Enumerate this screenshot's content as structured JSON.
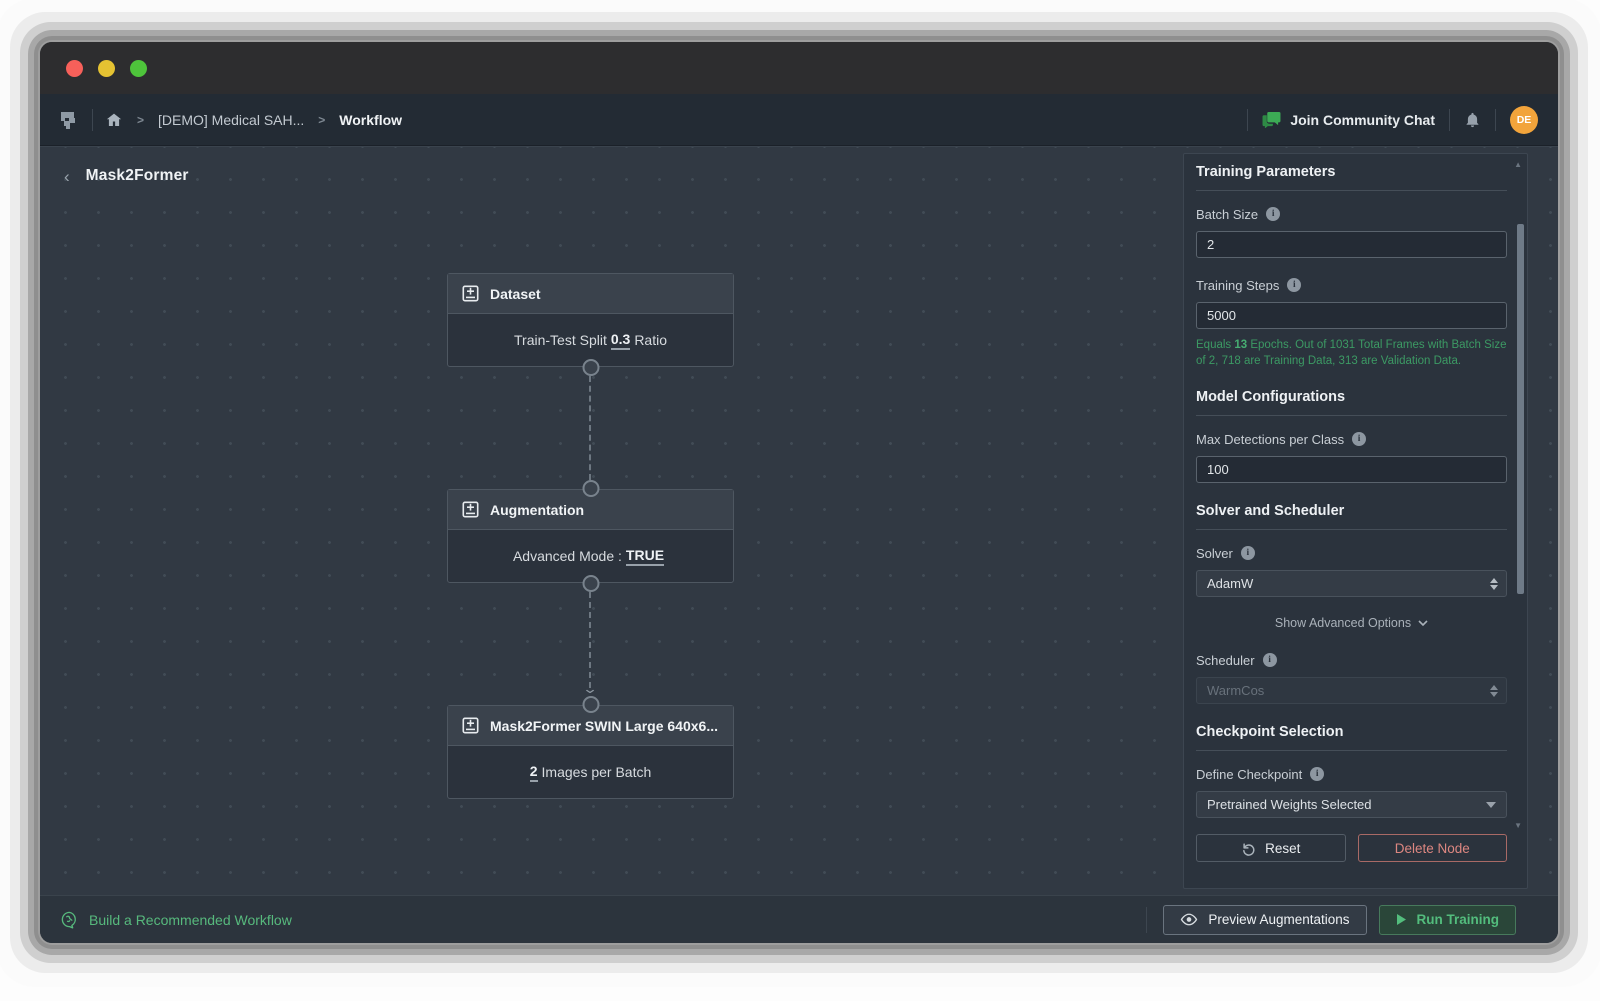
{
  "navbar": {
    "breadcrumb": {
      "project": "[DEMO] Medical SAH...",
      "separator": ">",
      "page": "Workflow"
    },
    "join_chat_label": "Join Community Chat",
    "avatar_initials": "DE"
  },
  "canvas": {
    "back_title": "Mask2Former",
    "back_chevron": "‹",
    "nodes": [
      {
        "title": "Dataset",
        "body_pre": "Train-Test Split",
        "body_value": "0.3",
        "body_post": "Ratio"
      },
      {
        "title": "Augmentation",
        "body_pre": "Advanced Mode :",
        "body_value": "TRUE",
        "body_post": ""
      },
      {
        "title": "Mask2Former SWIN Large 640x6...",
        "body_pre": "",
        "body_value": "2",
        "body_post": "Images per Batch"
      }
    ]
  },
  "panel": {
    "training": {
      "heading": "Training Parameters",
      "batch_size_label": "Batch Size",
      "batch_size_value": "2",
      "training_steps_label": "Training Steps",
      "training_steps_value": "5000",
      "helper_pre": "Equals ",
      "helper_bold": "13",
      "helper_post": " Epochs. Out of 1031 Total Frames with Batch Size of 2, 718 are Training Data, 313 are Validation Data."
    },
    "model": {
      "heading": "Model Configurations",
      "max_detections_label": "Max Detections per Class",
      "max_detections_value": "100"
    },
    "solver": {
      "heading": "Solver and Scheduler",
      "solver_label": "Solver",
      "solver_value": "AdamW",
      "show_advanced_label": "Show Advanced Options",
      "scheduler_label": "Scheduler",
      "scheduler_value": "WarmCos"
    },
    "checkpoint": {
      "heading": "Checkpoint Selection",
      "define_label": "Define Checkpoint",
      "define_value": "Pretrained Weights Selected"
    },
    "reset_label": "Reset",
    "delete_label": "Delete Node"
  },
  "footer": {
    "recommend_label": "Build a Recommended Workflow",
    "preview_label": "Preview Augmentations",
    "run_label": "Run Training"
  },
  "colors": {
    "accent_green": "#53bd7d",
    "helper_green": "#3c9a64",
    "delete_red": "#dd8781",
    "avatar_orange": "#f2a43b",
    "chat_green": "#3cab55",
    "canvas_bg": "#313943",
    "panel_bg": "#2b333d"
  }
}
